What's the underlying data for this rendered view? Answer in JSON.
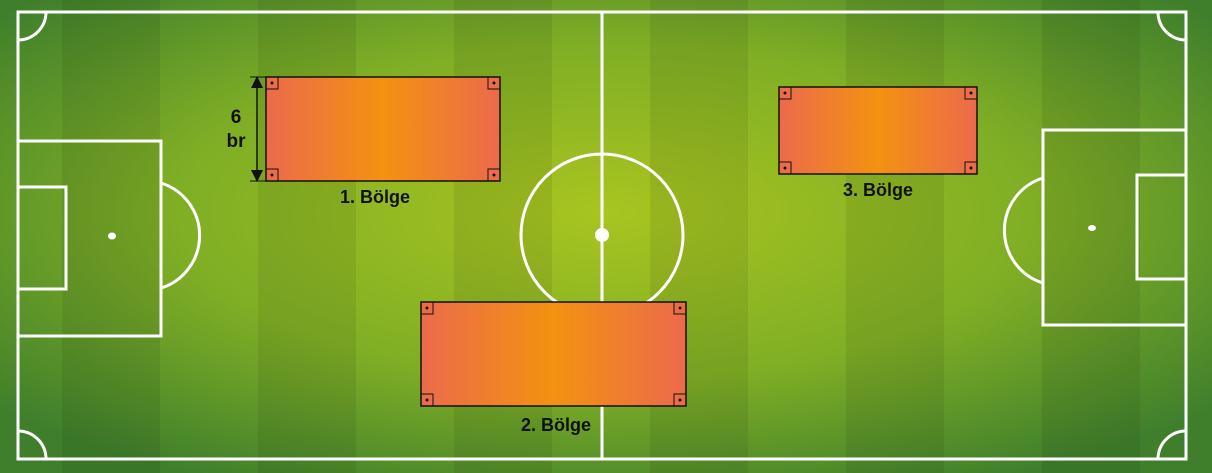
{
  "zones": [
    {
      "label": "1. Bölge"
    },
    {
      "label": "2. Bölge"
    },
    {
      "label": "3. Bölge"
    }
  ],
  "dimension": {
    "value": "6",
    "unit": "br"
  },
  "colors": {
    "grass_light": "#a6c41f",
    "grass_dark": "#4f8a2a",
    "line": "#ffffff",
    "zone_edge": "#ec6a4c",
    "zone_center": "#f39210",
    "zone_border": "#111111"
  }
}
